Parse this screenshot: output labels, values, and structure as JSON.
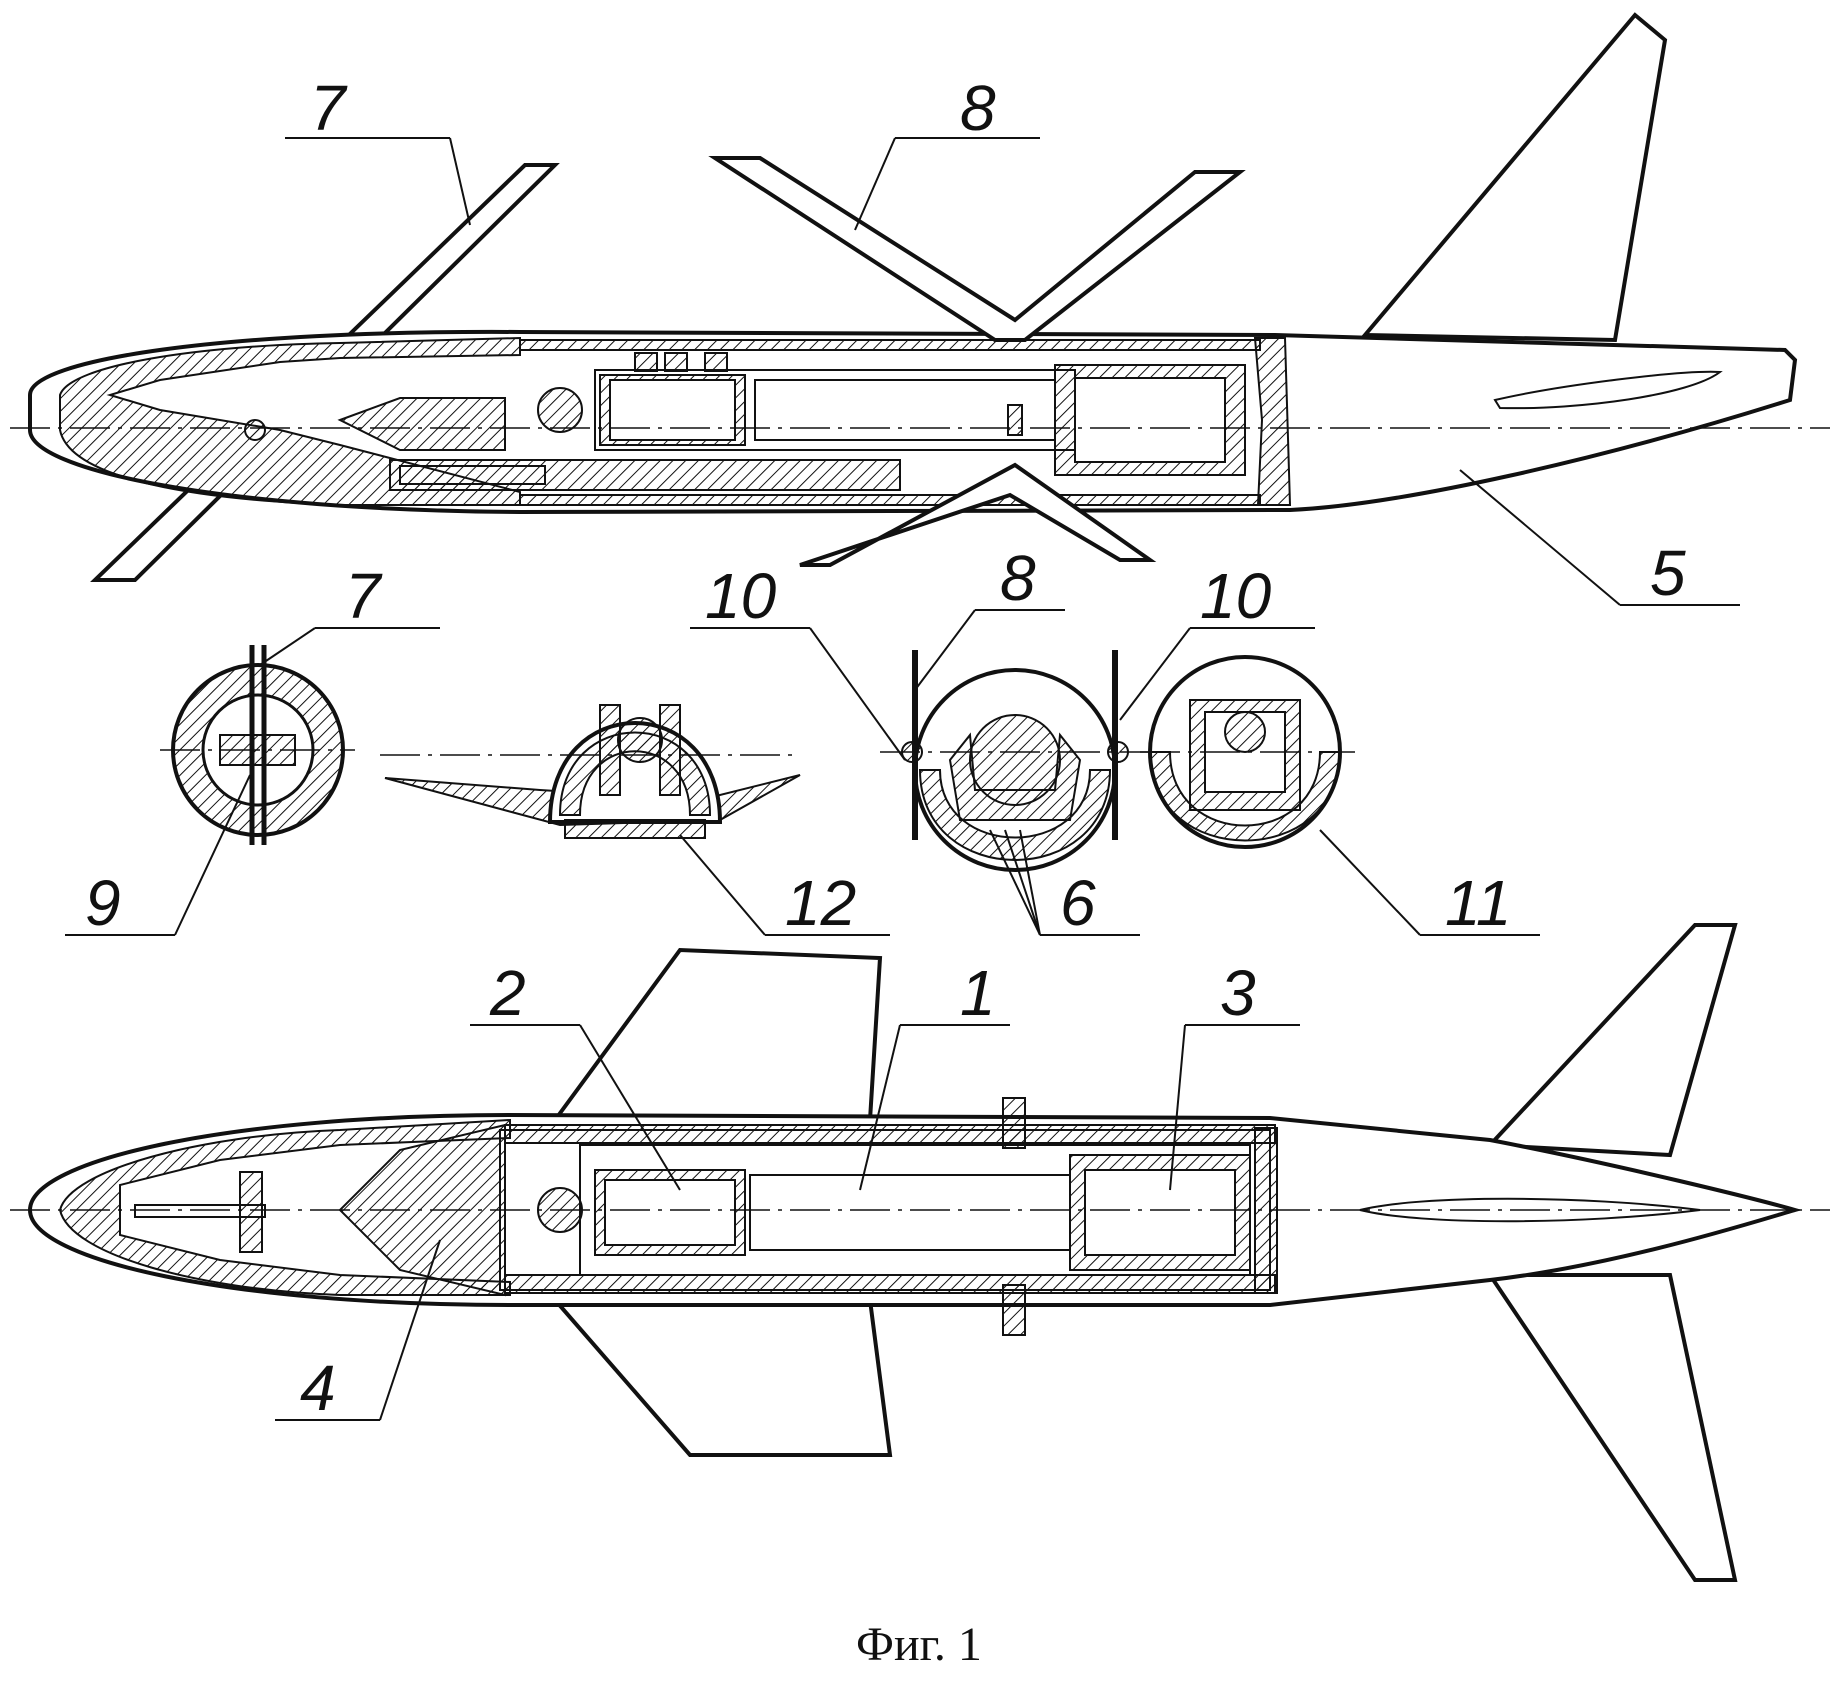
{
  "figure": {
    "caption": "Фиг. 1",
    "labels": {
      "l7a": "7",
      "l8a": "8",
      "l5": "5",
      "l10a": "10",
      "l8b": "8",
      "l10b": "10",
      "l7b": "7",
      "l9": "9",
      "l12": "12",
      "l6": "6",
      "l11": "11",
      "l2": "2",
      "l1": "1",
      "l3": "3",
      "l4": "4"
    }
  },
  "colors": {
    "ink": "#111111",
    "paper": "#ffffff"
  }
}
